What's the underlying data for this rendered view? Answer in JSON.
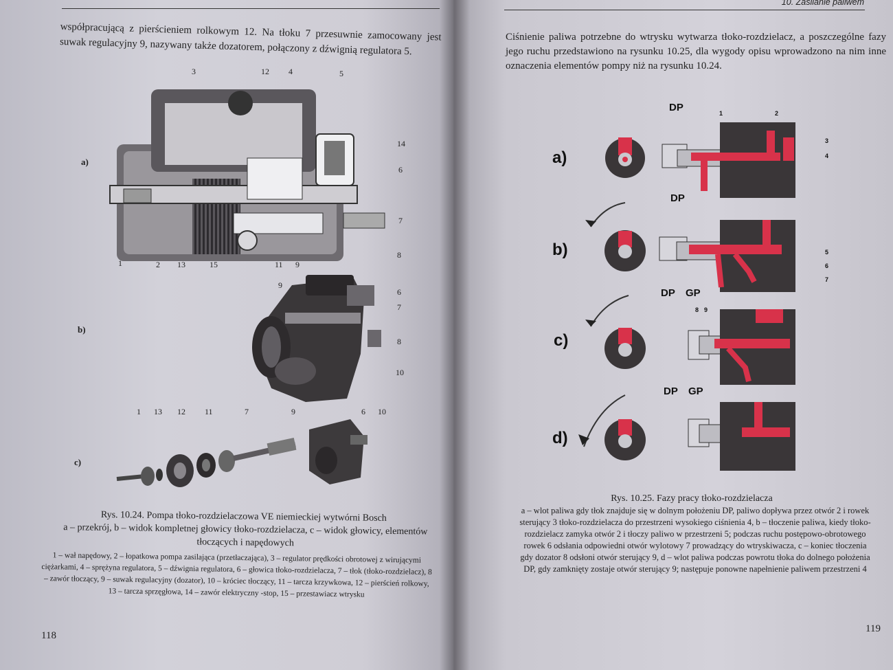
{
  "left_page": {
    "intro_text": "współpracującą z pierścieniem rolkowym 12. Na tłoku 7 przesuwnie zamocowany jest suwak regulacyjny 9, nazywany także dozatorem, połączony z dźwignią regulatora 5.",
    "figure_letters": [
      "a)",
      "b)",
      "c)"
    ],
    "callouts_a_top": [
      "3",
      "12",
      "4",
      "5"
    ],
    "callouts_a_right": [
      "14",
      "6",
      "7",
      "8"
    ],
    "callouts_a_bottom": [
      "1",
      "2",
      "13",
      "15",
      "11",
      "9"
    ],
    "callouts_b": [
      "9",
      "6",
      "7",
      "8",
      "10"
    ],
    "callouts_c": [
      "1",
      "13",
      "12",
      "11",
      "7",
      "9",
      "6",
      "10"
    ],
    "caption_title": "Rys. 10.24. Pompa tłoko-rozdzielaczowa VE niemieckiej wytwórni Bosch",
    "caption_sub": "a – przekrój, b – widok kompletnej głowicy tłoko-rozdzielacza, c – widok głowicy, elementów tłoczących i napędowych",
    "legend": "1 – wał napędowy, 2 – łopatkowa pompa zasilająca (przetłaczająca), 3 – regulator prędkości obrotowej z wirującymi ciężarkami, 4 – sprężyna regulatora, 5 – dźwignia regulatora, 6 – głowica tłoko-rozdzielacza, 7 – tłok (tłoko-rozdzielacz), 8 – zawór tłoczący, 9 – suwak regulacyjny (dozator), 10 – króciec tłoczący, 11 – tarcza krzywkowa, 12 – pierścień rolkowy, 13 – tarcza sprzęgłowa, 14 – zawór elektryczny -stop, 15 – przestawiacz wtrysku",
    "page_number": "118"
  },
  "right_page": {
    "running_head": "10. Zasilanie paliwem",
    "intro_text": "Ciśnienie paliwa potrzebne do wtrysku wytwarza tłoko-rozdzielacz, a poszczególne fazy jego ruchu przedstawiono na rysunku 10.25, dla wygody opisu wprowadzono na nim inne oznaczenia elementów pompy niż na rysunku 10.24.",
    "phases": [
      {
        "letter": "a)",
        "labels": [
          "DP"
        ],
        "numbers": [
          "1",
          "2",
          "3",
          "4"
        ]
      },
      {
        "letter": "b)",
        "labels": [
          "DP"
        ],
        "numbers": [
          "5",
          "6",
          "7"
        ]
      },
      {
        "letter": "c)",
        "labels": [
          "DP",
          "GP"
        ],
        "numbers": [
          "8",
          "9"
        ]
      },
      {
        "letter": "d)",
        "labels": [
          "DP",
          "GP"
        ],
        "numbers": []
      }
    ],
    "caption_title": "Rys. 10.25. Fazy pracy tłoko-rozdzielacza",
    "caption_body": "a – wlot paliwa gdy tłok znajduje się w dolnym położeniu DP, paliwo dopływa przez otwór 2 i rowek sterujący 3 tłoko-rozdzielacza do przestrzeni wysokiego ciśnienia 4, b – tłoczenie paliwa, kiedy tłoko-rozdzielacz zamyka otwór 2 i tłoczy paliwo w przestrzeni 5; podczas ruchu postępowo-obrotowego rowek 6 odsłania odpowiedni otwór wylotowy 7 prowadzący do wtryskiwacza, c – koniec tłoczenia gdy dozator 8 odsłoni otwór sterujący 9, d – wlot paliwa podczas powrotu tłoka do dolnego położenia DP, gdy zamknięty zostaje otwór sterujący 9; następuje ponowne napełnienie paliwem przestrzeni 4",
    "page_number": "119"
  },
  "colors": {
    "fuel_red": "#d8324a",
    "housing_dark": "#3a3638",
    "piston_gray": "#bdbcc2"
  }
}
